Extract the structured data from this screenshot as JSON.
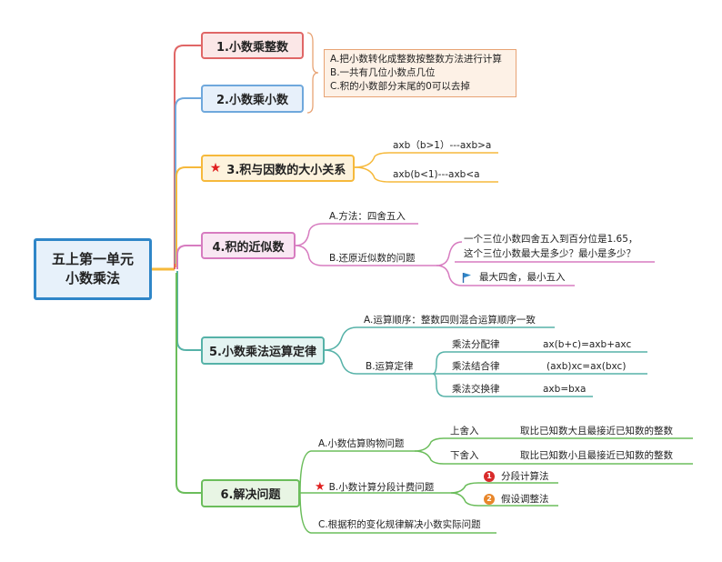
{
  "root": {
    "line1": "五上第一单元",
    "line2": "小数乘法"
  },
  "branches": {
    "b1": {
      "label": "1.小数乘整数"
    },
    "b2": {
      "label": "2.小数乘小数"
    },
    "b3": {
      "label": "3.积与因数的大小关系",
      "icon": "star-icon"
    },
    "b4": {
      "label": "4.积的近似数"
    },
    "b5": {
      "label": "5.小数乘法运算定律"
    },
    "b6": {
      "label": "6.解决问题"
    }
  },
  "note": {
    "items": [
      "A.把小数转化成整数按整数方法进行计算",
      "B.一共有几位小数点几位",
      "C.积的小数部分末尾的0可以去掉"
    ]
  },
  "b3_children": [
    "axb（b>1）---axb>a",
    "axb(b<1)---axb<a"
  ],
  "b4_children": {
    "a": "A.方法：四舍五入",
    "b": "B.还原近似数的问题",
    "question_line1": "一个三位小数四舍五入到百分位是1.65，",
    "question_line2": "这个三位小数最大是多少？最小是多少？",
    "answer": "最大四舍，最小五入",
    "answer_icon": "flag-icon"
  },
  "b5_children": {
    "a": "A.运算顺序：整数四则混合运算顺序一致",
    "b": "B.运算定律",
    "laws": [
      {
        "name": "乘法分配律",
        "formula": "ax(b+c)=axb+axc"
      },
      {
        "name": "乘法结合律",
        "formula": "(axb)xc=ax(bxc)"
      },
      {
        "name": "乘法交换律",
        "formula": "axb=bxa"
      }
    ]
  },
  "b6_children": {
    "a": "A.小数估算购物问题",
    "a_items": [
      {
        "name": "上舍入",
        "desc": "取比已知数大且最接近已知数的整数"
      },
      {
        "name": "下舍入",
        "desc": "取比已知数小且最接近已知数的整数"
      }
    ],
    "b": "B.小数计算分段计费问题",
    "b_icon": "star-icon",
    "b_items": [
      {
        "num": "1",
        "label": "分段计算法",
        "color": "#d92b2b"
      },
      {
        "num": "2",
        "label": "假设调整法",
        "color": "#e8862a"
      }
    ],
    "c": "C.根据积的变化规律解决小数实际问题"
  },
  "colors": {
    "red": "#e06666",
    "blue": "#6fa8dc",
    "yellow": "#f6b93b",
    "pink": "#d77cc0",
    "teal": "#56b2a8",
    "green": "#6bbd5b",
    "root": "#2f86c8"
  }
}
